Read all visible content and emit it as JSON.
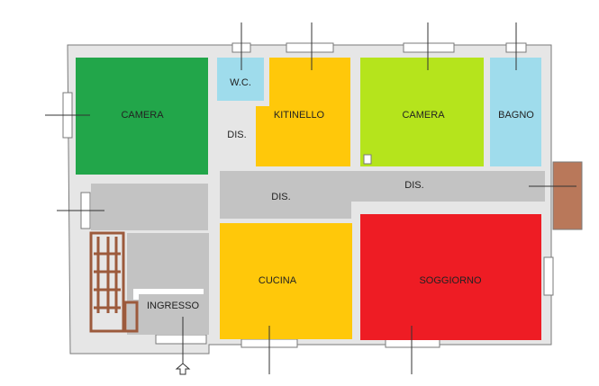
{
  "colors": {
    "wall": "#e6e6e6",
    "wall_line": "#7a7a7a",
    "green": "#22a64a",
    "light_blue": "#9fdcec",
    "yellow": "#ffc80a",
    "lime": "#b5e41c",
    "red": "#ee1c24",
    "gray": "#c3c3c3",
    "brown": "#b9785a",
    "brown_dark": "#9c5a3c"
  },
  "rooms": {
    "camera_left": "CAMERA",
    "wc": "W.C.",
    "cottinello": "KITINELLO",
    "camera_right": "CAMERA",
    "bagno": "BAGNO",
    "dis_small": "DIS.",
    "dis_center": "DIS.",
    "dis_right": "DIS.",
    "cucina": "CUCINA",
    "soggiorno": "SOGGIORNO",
    "ingresso": "INGRESSO"
  }
}
